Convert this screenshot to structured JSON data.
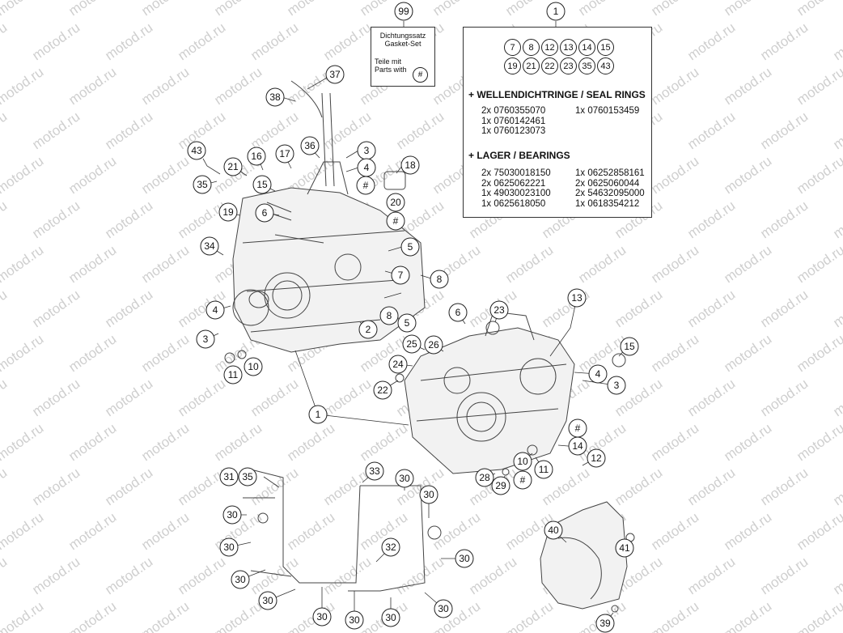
{
  "watermark": "motod.ru",
  "kit_box": {
    "callout": "1",
    "kit_numbers": [
      "7",
      "8",
      "12",
      "13",
      "14",
      "15",
      "19",
      "21",
      "22",
      "23",
      "35",
      "43"
    ],
    "seal_heading": "+ WELLENDICHTRINGE / SEAL RINGS",
    "seal_rings": [
      [
        "2x 0760355070",
        "1x 0760153459"
      ],
      [
        "1x 0760142461",
        ""
      ],
      [
        "1x 0760123073",
        ""
      ]
    ],
    "bearing_heading": "+ LAGER / BEARINGS",
    "bearings": [
      [
        "2x 75030018150",
        "1x 06252858161"
      ],
      [
        "2x 0625062221",
        "2x 0625060044"
      ],
      [
        "1x 49030023100",
        "2x 54632095000"
      ],
      [
        "1x 0625618050",
        "1x 0618354212"
      ]
    ]
  },
  "gasket_box": {
    "callout": "99",
    "title_de": "Dichtungssatz",
    "title_en": "Gasket-Set",
    "line_de": "Teile mit",
    "line_en": "Parts with",
    "hash": "#"
  },
  "callouts": [
    "99",
    "1",
    "37",
    "38",
    "43",
    "16",
    "17",
    "36",
    "3",
    "4",
    "#",
    "18",
    "21",
    "15",
    "20",
    "35",
    "19",
    "6",
    "#",
    "34",
    "5",
    "7",
    "8",
    "4",
    "3",
    "2",
    "8",
    "5",
    "11",
    "10",
    "6",
    "23",
    "13",
    "25",
    "26",
    "15",
    "24",
    "4",
    "3",
    "22",
    "1",
    "#",
    "14",
    "12",
    "10",
    "11",
    "28",
    "29",
    "#",
    "31",
    "35",
    "33",
    "30",
    "30",
    "30",
    "30",
    "32",
    "30",
    "30",
    "30",
    "30",
    "30",
    "30",
    "30",
    "40",
    "41",
    "39"
  ]
}
